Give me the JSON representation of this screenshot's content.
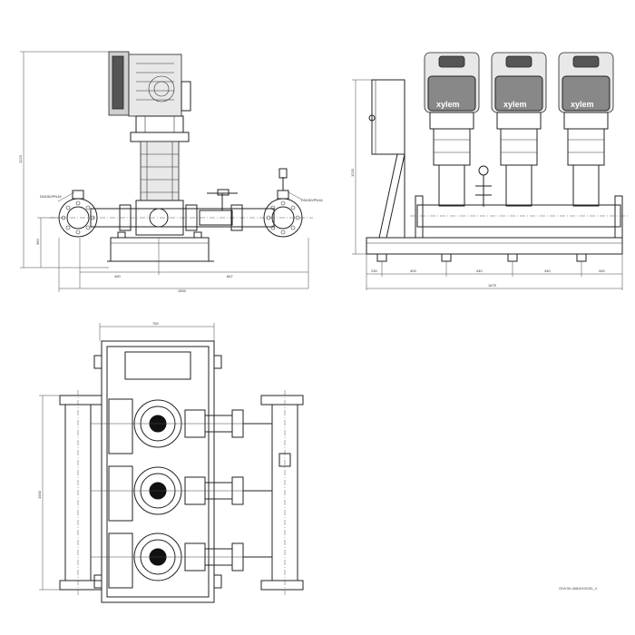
{
  "front_view": {
    "height_dim": "1223",
    "inlet_label": "DN150/PN16",
    "outlet_label": "DN150/PN16",
    "axis_height": "360",
    "dim_left": "490",
    "dim_right": "667",
    "dim_total": "1500"
  },
  "side_view": {
    "brand": "xylem",
    "height_dim": "1220",
    "dims_bottom": [
      "230",
      "400",
      "440",
      "440",
      "260"
    ],
    "dim_total": "1675"
  },
  "top_view": {
    "width_dim": "750",
    "depth_dim": "1000"
  },
  "drawing_code": "GHV30-465/4G0G00_4"
}
